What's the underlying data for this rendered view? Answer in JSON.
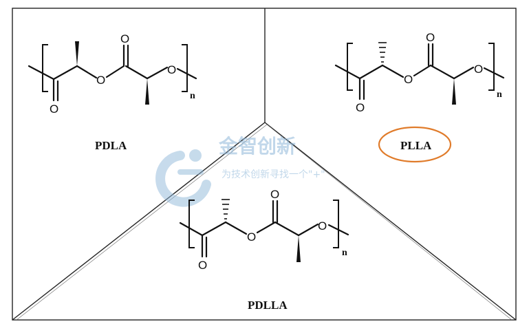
{
  "structures": {
    "top_left": {
      "label": "PDLA",
      "repeat_subscript": "n",
      "atom_o": "O",
      "stereo": "wedge"
    },
    "top_right": {
      "label": "PLLA",
      "repeat_subscript": "n",
      "atom_o": "O",
      "stereo": "hash-up-wedge-down"
    },
    "bottom": {
      "label": "PDLLA",
      "repeat_subscript": "n",
      "atom_o": "O",
      "stereo": "hash"
    }
  },
  "highlight": {
    "target": "PLLA",
    "color": "#e07b2a"
  },
  "watermark": {
    "title": "金智创新",
    "slogan": "为技术创新寻找一个\"+\"",
    "color": "#8fb8d9"
  }
}
